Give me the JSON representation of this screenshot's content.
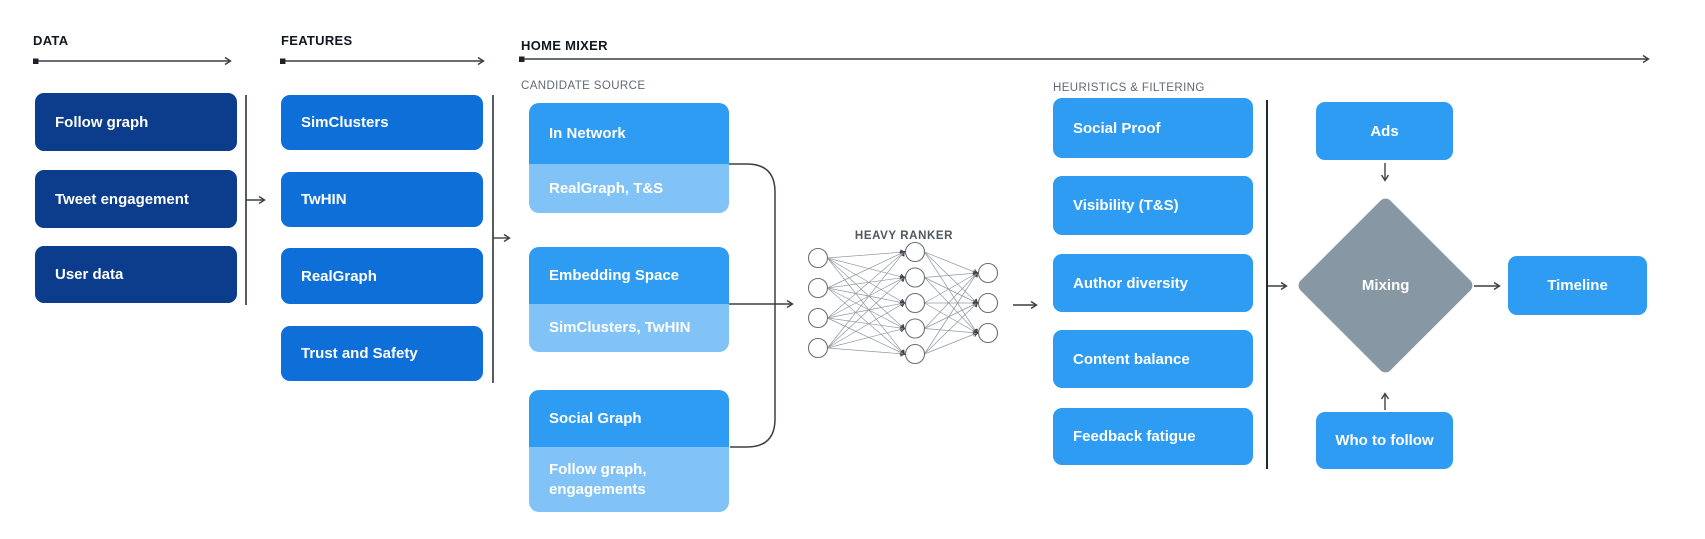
{
  "colors": {
    "navy_box": "#0c3d8c",
    "blue_box": "#0e6fd8",
    "bright_blue_box": "#2e9cf3",
    "light_blue_box": "#82c3f7",
    "diamond_gray": "#8797a4",
    "wire": "#3a3f45",
    "header_text": "#10181f",
    "sublabel_text": "#5f6973"
  },
  "sections": {
    "data": {
      "label": "DATA",
      "boxes": [
        "Follow graph",
        "Tweet engagement",
        "User data"
      ]
    },
    "features": {
      "label": "FEATURES",
      "boxes": [
        "SimClusters",
        "TwHIN",
        "RealGraph",
        "Trust and Safety"
      ]
    },
    "home_mixer": {
      "label": "HOME MIXER",
      "candidate_source": {
        "label": "CANDIDATE SOURCE",
        "boxes": [
          {
            "title": "In Network",
            "subtitle": "RealGraph, T&S"
          },
          {
            "title": "Embedding Space",
            "subtitle": "SimClusters, TwHIN"
          },
          {
            "title": "Social Graph",
            "subtitle": "Follow graph, engagements"
          }
        ]
      },
      "heavy_ranker": {
        "label": "HEAVY RANKER",
        "layers": [
          4,
          5,
          3
        ]
      },
      "heuristics": {
        "label": "HEURISTICS & FILTERING",
        "boxes": [
          "Social Proof",
          "Visibility (T&S)",
          "Author diversity",
          "Content balance",
          "Feedback fatigue"
        ]
      },
      "mixing": {
        "input_top": "Ads",
        "diamond": "Mixing",
        "input_bottom": "Who to follow",
        "output": "Timeline"
      }
    }
  }
}
